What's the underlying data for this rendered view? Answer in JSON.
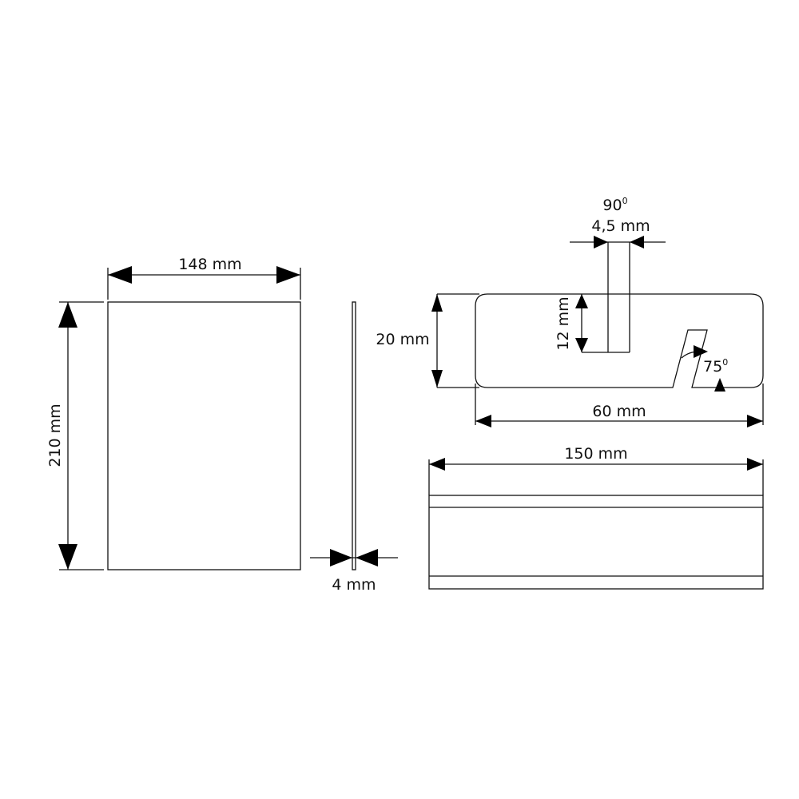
{
  "labels": {
    "width_148": "148 mm",
    "height_210": "210 mm",
    "thickness_4": "4 mm",
    "angle_90": "90",
    "degree_sup": "0",
    "slot_width": "4,5 mm",
    "slot_depth": "12 mm",
    "height_20": "20 mm",
    "angle_75": "75",
    "length_60": "60 mm",
    "length_150": "150 mm"
  }
}
